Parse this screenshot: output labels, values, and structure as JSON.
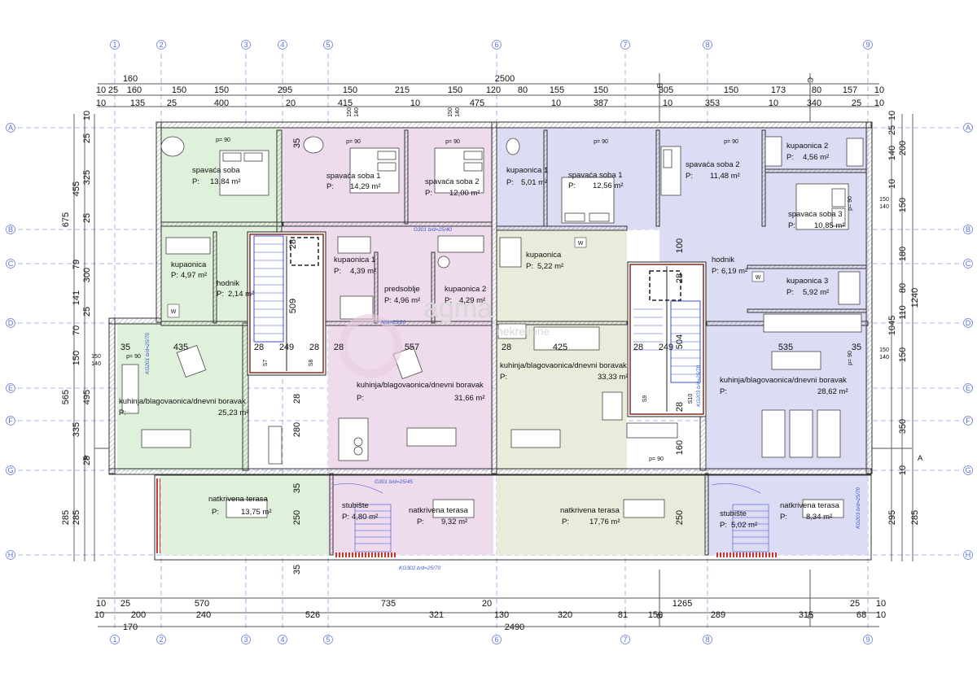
{
  "grid_columns": [
    "1",
    "2",
    "3",
    "4",
    "5",
    "6",
    "7",
    "8",
    "9"
  ],
  "grid_rows": [
    "A",
    "B",
    "C",
    "D",
    "E",
    "F",
    "G",
    "H"
  ],
  "section_marks": {
    "b": "B",
    "c": "C",
    "a_left": "A",
    "a_right": "A"
  },
  "dims_top": {
    "overall": "2500",
    "r1": [
      "10",
      "25",
      "160",
      "150",
      "295",
      "215",
      "120",
      "80",
      "155",
      "305",
      "173",
      "80",
      "157",
      "10"
    ],
    "r1_center": [
      "160",
      "150",
      "150",
      "150",
      "150",
      "150"
    ],
    "r2": [
      "10",
      "135",
      "25",
      "400",
      "20",
      "415",
      "10",
      "475",
      "10",
      "387",
      "10",
      "353",
      "10",
      "340",
      "25",
      "10"
    ],
    "r2_stair": [
      "150",
      "140",
      "150",
      "140"
    ]
  },
  "dims_bottom": {
    "r1": [
      "10",
      "25",
      "570",
      "735",
      "20",
      "1265",
      "25",
      "10"
    ],
    "r2": [
      "10",
      "200",
      "240",
      "526",
      "321",
      "130",
      "320",
      "81",
      "150",
      "289",
      "315",
      "68",
      "10"
    ],
    "r3": [
      "170",
      "2490"
    ]
  },
  "dims_left": [
    "10",
    "25",
    "455",
    "325",
    "675",
    "25",
    "79",
    "141",
    "300",
    "25",
    "70",
    "150",
    "140",
    "565",
    "495",
    "335",
    "25",
    "285",
    "285"
  ],
  "dims_right": [
    "10",
    "25",
    "200",
    "140",
    "10",
    "150",
    "140",
    "180",
    "1240",
    "80",
    "110",
    "1045",
    "150",
    "140",
    "350",
    "10",
    "295",
    "285"
  ],
  "rooms": [
    {
      "name": "spavaća soba",
      "area": "13,84 m²"
    },
    {
      "name": "spavaća soba 1",
      "area": "14,29 m²"
    },
    {
      "name": "spavaća soba 2",
      "area": "12,00 m²"
    },
    {
      "name": "kupaonica 1",
      "area": "5,01 m²"
    },
    {
      "name": "spavaća soba 1",
      "area": "12,56 m²"
    },
    {
      "name": "spavaća soba 2",
      "area": "11,48 m²"
    },
    {
      "name": "kupaonica 2",
      "area": "4,56 m²"
    },
    {
      "name": "spavaća soba 3",
      "area": "10,85 m²"
    },
    {
      "name": "kupaonica",
      "area": "4,97 m²"
    },
    {
      "name": "hodnik",
      "area": "2,14 m²"
    },
    {
      "name": "kupaonica 1",
      "area": "4,39 m²"
    },
    {
      "name": "predsoblje",
      "area": "4,96 m²"
    },
    {
      "name": "kupaonica 2",
      "area": "4,29 m²"
    },
    {
      "name": "kupaonica",
      "area": "5,22 m²"
    },
    {
      "name": "hodnik",
      "area": "6,19 m²"
    },
    {
      "name": "kupaonica 3",
      "area": "5,92 m²"
    },
    {
      "name": "kuhinja/blagovaonica/dnevni boravak",
      "area": "25,23 m²"
    },
    {
      "name": "kuhinja/blagovaonica/dnevni boravak",
      "area": "31,66 m²"
    },
    {
      "name": "kuhinja/blagovaonica/dnevni boravak",
      "area": "33,33 m²"
    },
    {
      "name": "kuhinja/blagovaonica/dnevni boravak",
      "area": "28,62 m²"
    },
    {
      "name": "natkrivena terasa",
      "area": "13,75 m²"
    },
    {
      "name": "stubište",
      "area": "4,80 m²"
    },
    {
      "name": "natkrivena terasa",
      "area": "9,32 m²"
    },
    {
      "name": "natkrivena terasa",
      "area": "17,76 m²"
    },
    {
      "name": "stubište",
      "area": "5,02 m²"
    },
    {
      "name": "natkrivena terasa",
      "area": "8,34 m²"
    }
  ],
  "area_prefix": "P:",
  "door_height": "p= 90",
  "inner_dims": {
    "stair_left": [
      "28",
      "509",
      "28",
      "249",
      "28"
    ],
    "stair_right": [
      "28",
      "504",
      "28",
      "249",
      "28"
    ],
    "living": [
      "35",
      "435",
      "28",
      "557",
      "28",
      "425",
      "535",
      "35"
    ],
    "misc": [
      "35",
      "35",
      "35",
      "250",
      "250",
      "280",
      "28",
      "160",
      "100"
    ]
  },
  "stair_labels": [
    "S7",
    "S8",
    "S9",
    "S10"
  ],
  "notes": [
    "KG201 b/d=25/70",
    "G301 b/d=25/40",
    "N/d=25/20",
    "G301 b/d=25/45",
    "KG302 b/d=25/70",
    "KG203 b/d=25/70",
    "KG203 b/d=25/70"
  ],
  "appliance": "W",
  "watermark": {
    "main": "agma",
    "sub": "nekretnine"
  }
}
